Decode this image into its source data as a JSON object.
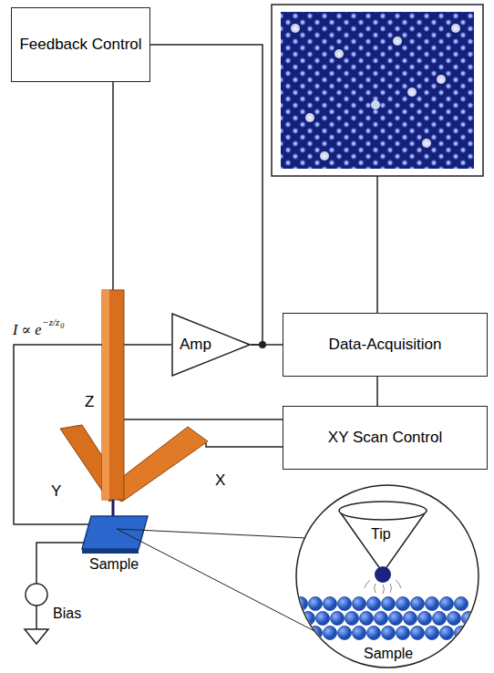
{
  "diagram": {
    "nodes": [
      {
        "text": [
          "Feedback Control"
        ]
      },
      {
        "text": [
          "Amp"
        ]
      },
      {
        "text": [
          "Data-Acquisition"
        ]
      },
      {
        "text": [
          "XY Scan Control"
        ]
      }
    ],
    "edges": [
      {
        "from": 1,
        "to": 0,
        "arrow": "none"
      },
      {
        "from": 1,
        "to": 2,
        "arrow": "none"
      },
      {
        "from": 2,
        "to": 3,
        "arrow": "none"
      }
    ],
    "labels": [
      "I ∝ e",
      "−z/z",
      "0",
      "Z",
      "Y",
      "X",
      "Sample",
      "Bias",
      "Tip",
      "Sample"
    ]
  }
}
